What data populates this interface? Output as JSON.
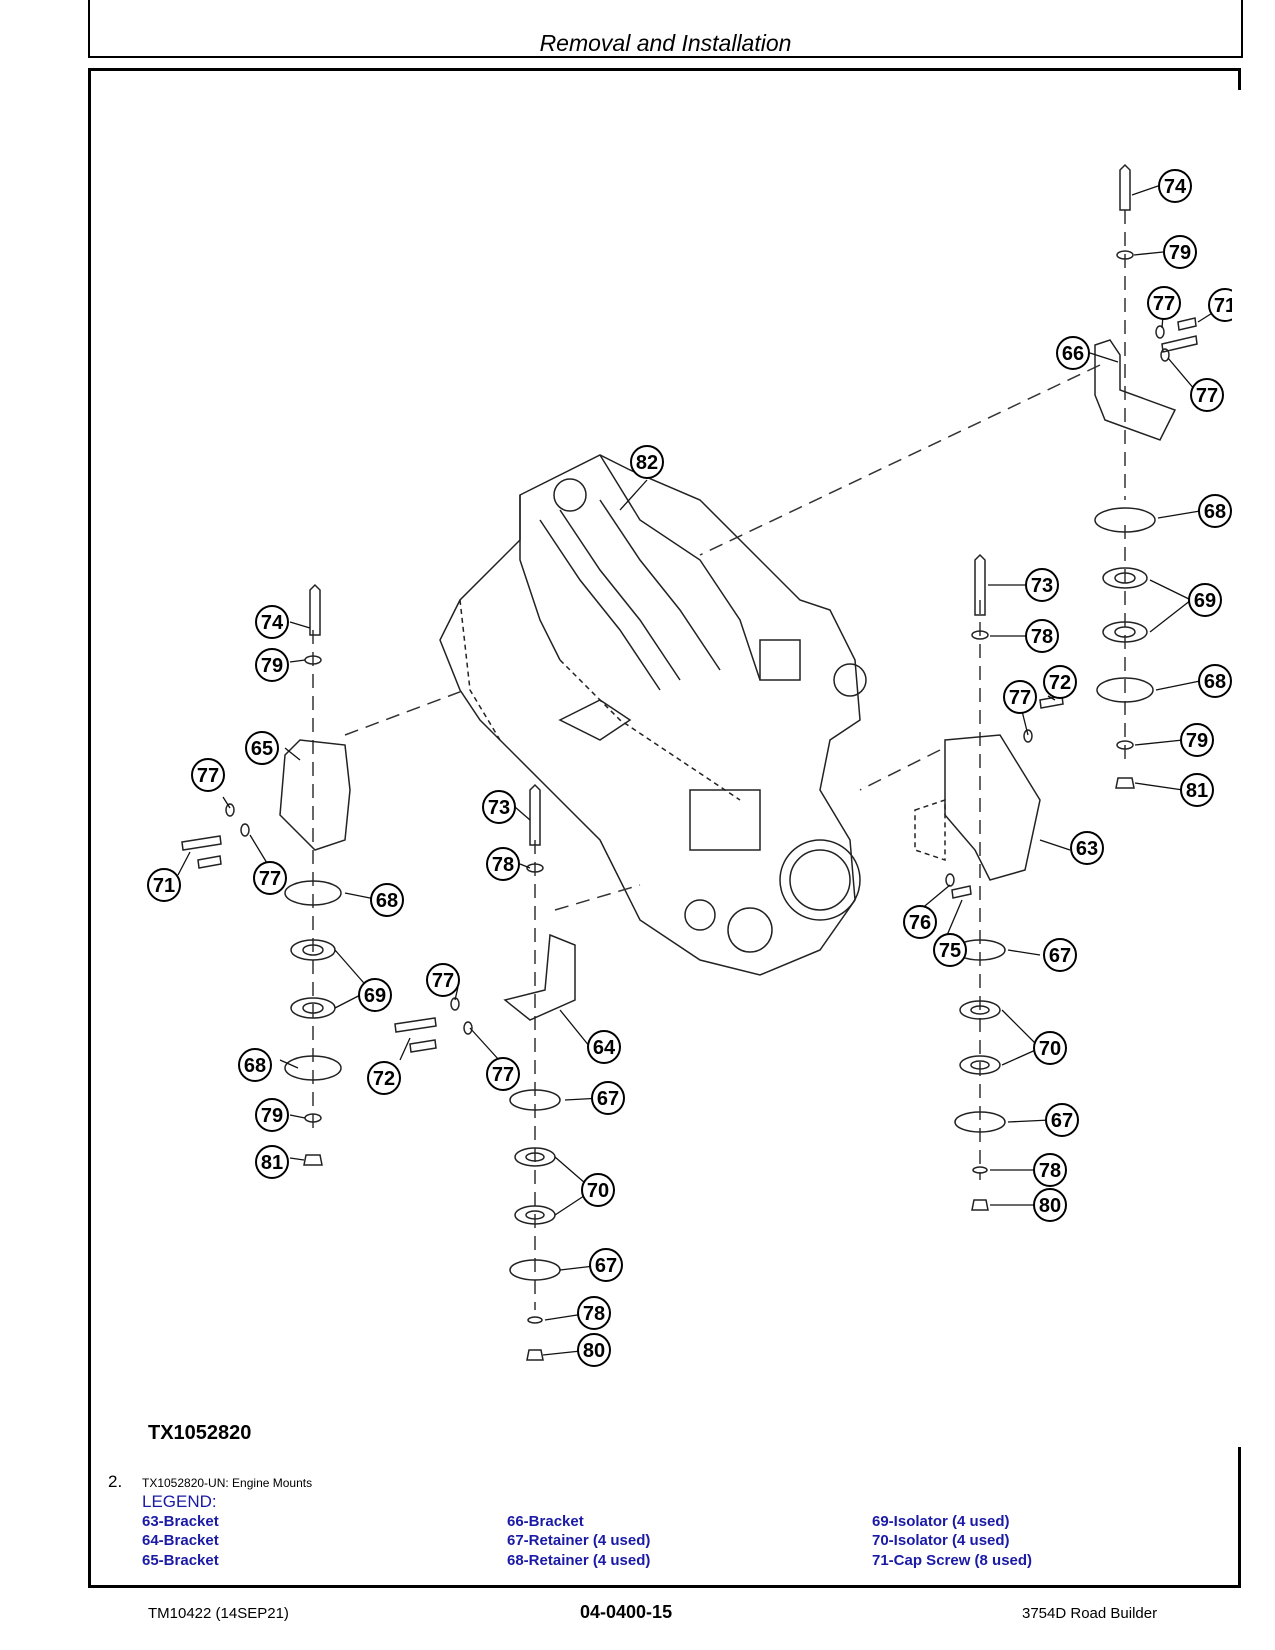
{
  "header": {
    "title": "Removal and Installation"
  },
  "figure": {
    "id": "TX1052820",
    "step_number": "2.",
    "caption": "TX1052820-UN: Engine Mounts",
    "legend_heading": "LEGEND:",
    "legend": [
      "63-Bracket",
      "64-Bracket",
      "65-Bracket",
      "66-Bracket",
      "67-Retainer (4 used)",
      "68-Retainer (4 used)",
      "69-Isolator (4 used)",
      "70-Isolator (4 used)",
      "71-Cap Screw (8 used)"
    ],
    "callouts": {
      "c74a": "74",
      "c79a": "79",
      "c77a": "77",
      "c71a": "71",
      "c66": "66",
      "c77b": "77",
      "c82": "82",
      "c68a": "68",
      "c69a": "69",
      "c68b": "68",
      "c79b": "79",
      "c81a": "81",
      "c73a": "73",
      "c78a": "78",
      "c77c": "77",
      "c72a": "72",
      "c63": "63",
      "c76": "76",
      "c75": "75",
      "c67a": "67",
      "c70a": "70",
      "c67b": "67",
      "c78b": "78",
      "c80a": "80",
      "c74b": "74",
      "c79c": "79",
      "c65": "65",
      "c77d": "77",
      "c71b": "71",
      "c77e": "77",
      "c68c": "68",
      "c69b": "69",
      "c68d": "68",
      "c79d": "79",
      "c81b": "81",
      "c73b": "73",
      "c78c": "78",
      "c77f": "77",
      "c72b": "72",
      "c77g": "77",
      "c64": "64",
      "c67c": "67",
      "c70b": "70",
      "c67d": "67",
      "c78d": "78",
      "c80b": "80"
    }
  },
  "footer": {
    "left": "TM10422 (14SEP21)",
    "center": "04-0400-15",
    "right": "3754D Road Builder"
  }
}
